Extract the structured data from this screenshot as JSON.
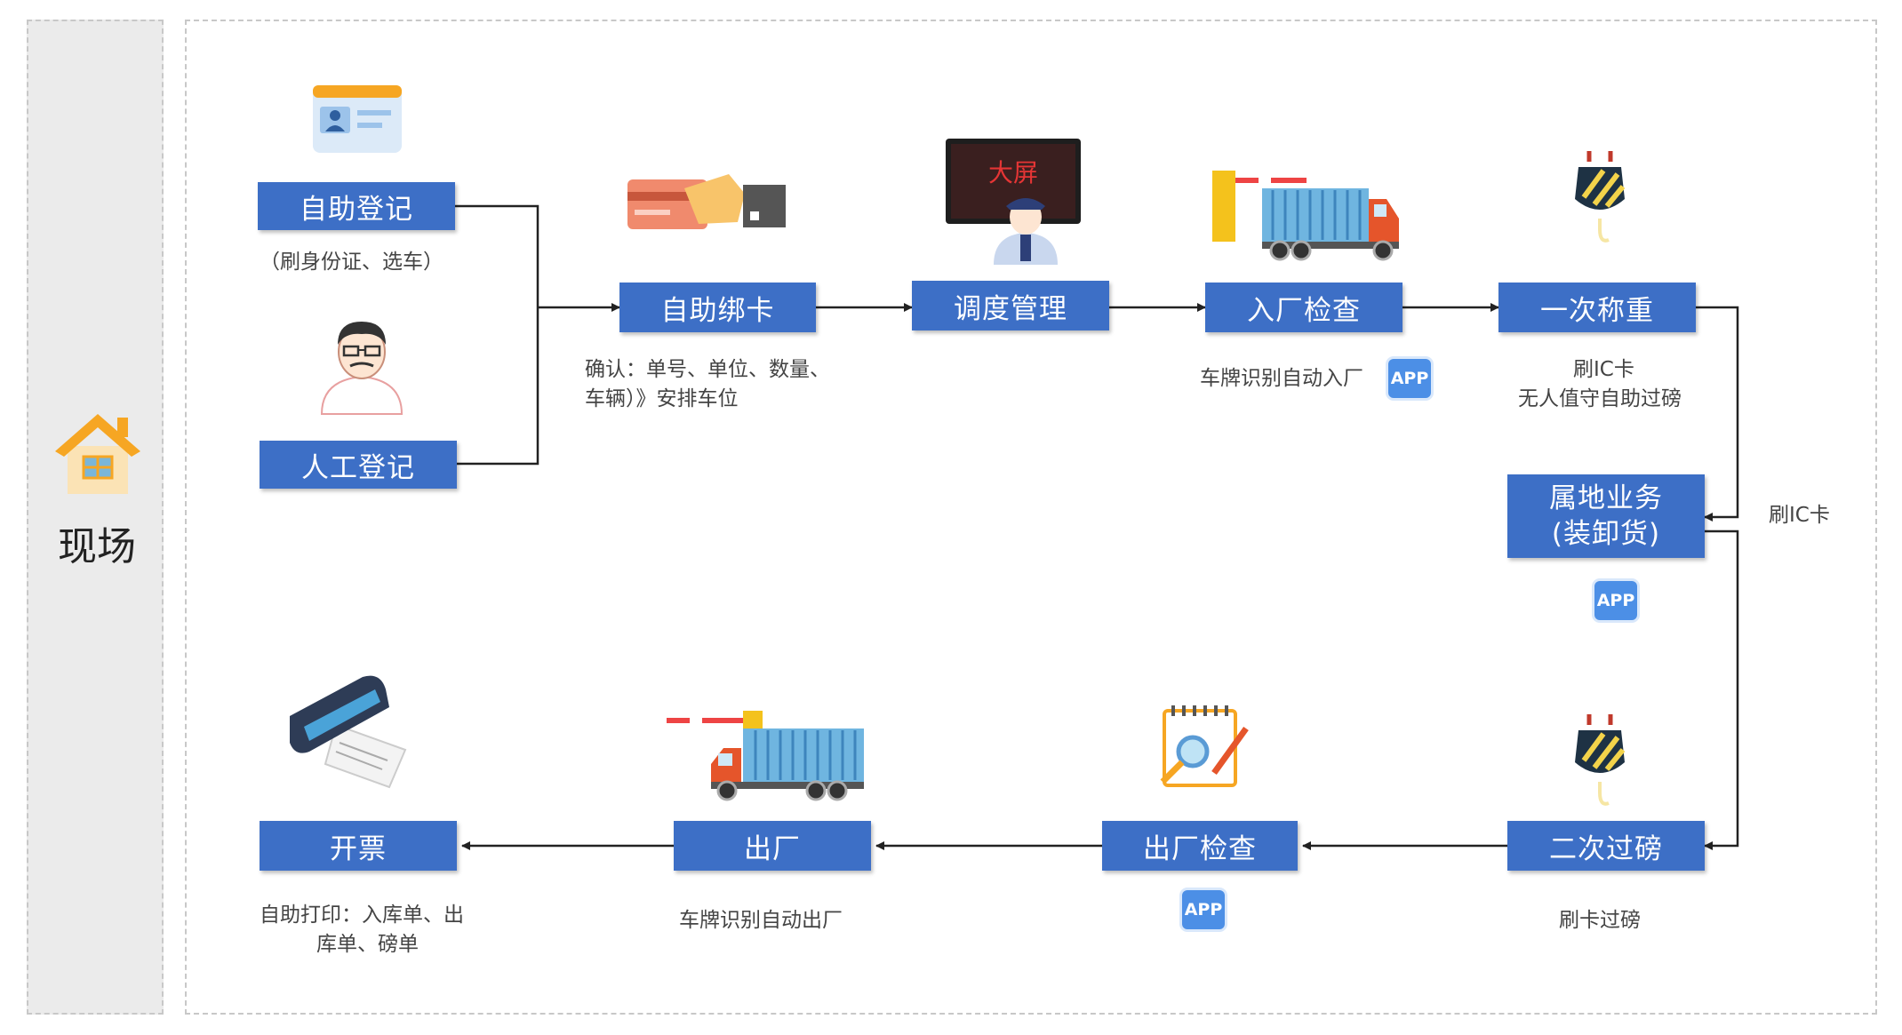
{
  "lane": {
    "title": "现场"
  },
  "steps": {
    "self_register": "自助登记",
    "manual_register": "人工登记",
    "bind_card": "自助绑卡",
    "dispatch": "调度管理",
    "entry_check": "入厂检查",
    "first_weigh": "一次称重",
    "local_business_line1": "属地业务",
    "local_business_line2": "(装卸货)",
    "second_weigh": "二次过磅",
    "exit_check": "出厂检查",
    "exit": "出厂",
    "invoice": "开票"
  },
  "notes": {
    "self_register": "（刷身份证、选车）",
    "bind_card_line1": "确认：单号、单位、数量、",
    "bind_card_line2": "车辆）》安排车位",
    "entry_check": "车牌识别自动入厂",
    "first_weigh_line1": "刷IC卡",
    "first_weigh_line2": "无人值守自助过磅",
    "swipe_ic_side": "刷IC卡",
    "second_weigh": "刷卡过磅",
    "exit": "车牌识别自动出厂",
    "invoice_line1": "自助打印：入库单、出",
    "invoice_line2": "库单、磅单",
    "screen_label": "大屏"
  },
  "badges": {
    "app": "APP"
  },
  "icons": {
    "self_register": "id-card-icon",
    "manual_register": "person-icon",
    "bind_card": "card-swipe-icon",
    "dispatch": "big-screen-guard-icon",
    "entry_check": "truck-barrier-icon",
    "first_weigh": "crane-hook-icon",
    "second_weigh": "crane-hook-icon",
    "exit_check": "inspection-icon",
    "exit": "truck-barrier-icon",
    "invoice": "printer-icon",
    "lane": "house-icon"
  },
  "colors": {
    "box": "#3d6fc6",
    "app": "#4c8fe6",
    "connector": "#222222"
  }
}
